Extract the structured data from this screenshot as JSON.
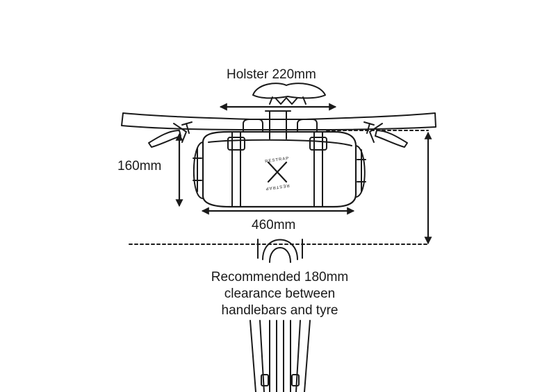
{
  "labels": {
    "holster_width": "Holster 220mm",
    "bag_height": "160mm",
    "bag_width": "460mm",
    "clearance_line1": "Recommended 180mm",
    "clearance_line2": "clearance between",
    "clearance_line3": "handlebars and tyre"
  },
  "logo_text": "RESTRAP",
  "colors": {
    "stroke": "#1a1a1a",
    "background": "#ffffff"
  }
}
